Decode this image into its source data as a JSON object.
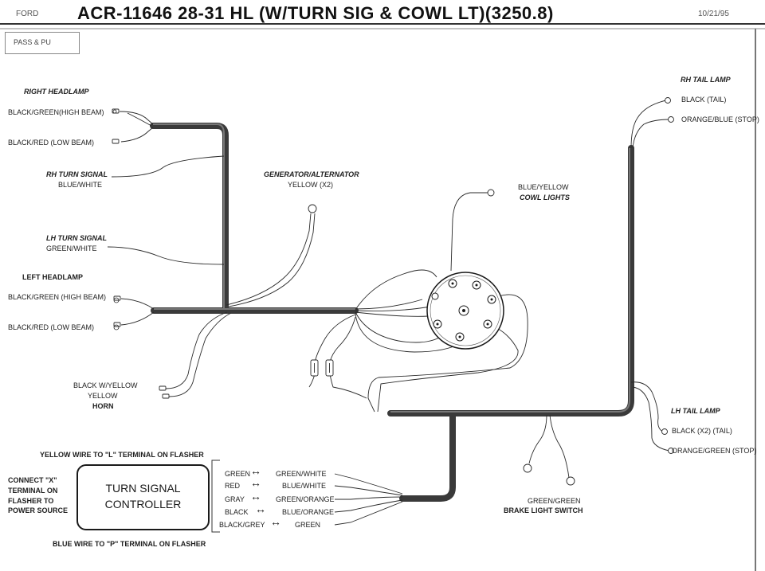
{
  "header": {
    "brand": "FORD",
    "title": "ACR-11646  28-31 HL (W/TURN SIG & COWL LT)(3250.8)",
    "date": "10/21/95",
    "tag": "PASS & PU"
  },
  "labels": {
    "right_headlamp": "RIGHT HEADLAMP",
    "rh_high": "BLACK/GREEN(HIGH BEAM)",
    "rh_low": "BLACK/RED (LOW BEAM)",
    "rh_turn_title": "RH TURN SIGNAL",
    "rh_turn_color": "BLUE/WHITE",
    "lh_turn_title": "LH TURN SIGNAL",
    "lh_turn_color": "GREEN/WHITE",
    "left_headlamp": "LEFT HEADLAMP",
    "lh_high": "BLACK/GREEN (HIGH BEAM)",
    "lh_low": "BLACK/RED (LOW BEAM)",
    "generator_title": "GENERATOR/ALTERNATOR",
    "generator_color": "YELLOW (X2)",
    "cowl_color": "BLUE/YELLOW",
    "cowl_title": "COWL LIGHTS",
    "rh_tail_title": "RH TAIL LAMP",
    "rh_tail_black": "BLACK (TAIL)",
    "rh_tail_stop": "ORANGE/BLUE (STOP)",
    "horn_1": "BLACK W/YELLOW",
    "horn_2": "YELLOW",
    "horn_3": "HORN",
    "lh_tail_title": "LH TAIL LAMP",
    "lh_tail_black": "BLACK (X2) (TAIL)",
    "lh_tail_stop": "ORANGE/GREEN (STOP)",
    "brake_1": "GREEN/GREEN",
    "brake_2": "BRAKE LIGHT SWITCH",
    "yellow_wire": "YELLOW WIRE TO \"L\" TERMINAL ON FLASHER",
    "blue_wire": "BLUE WIRE TO \"P\" TERMINAL ON FLASHER",
    "connect_x_1": "CONNECT \"X\"",
    "connect_x_2": "TERMINAL ON",
    "connect_x_3": "FLASHER TO",
    "connect_x_4": "POWER SOURCE",
    "controller_1": "TURN SIGNAL",
    "controller_2": "CONTROLLER"
  },
  "wire_map": [
    {
      "from": "GREEN",
      "to": "GREEN/WHITE"
    },
    {
      "from": "RED",
      "to": "BLUE/WHITE"
    },
    {
      "from": "GRAY",
      "to": "GREEN/ORANGE"
    },
    {
      "from": "BLACK",
      "to": "BLUE/ORANGE"
    },
    {
      "from": "BLACK/GREY",
      "to": "GREEN"
    }
  ],
  "arrow_symbol": "↔",
  "colors": {
    "harness": "#3a3a3a",
    "wire": "#2a2a2a",
    "paper": "#ffffff"
  }
}
